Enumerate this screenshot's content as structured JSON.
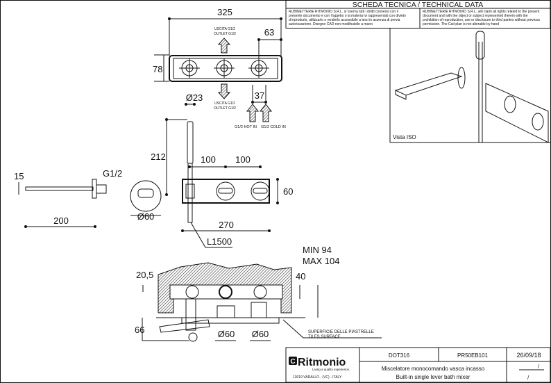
{
  "header": {
    "title": "SCHEDA TECNICA / TECHNICAL DATA",
    "notice_it": [
      "RUBINETTERIE RITMONIO S.R.L. si riserva tutti i diritti connessi con il",
      "presente documento e con l'oggetto o la materia ivi rappresentati con divieto",
      "di riprodurlo, utilizzarlo o renderlo accessibile a terzi in assenza di previa",
      "autorizzazione. Disegno CAD non modificabile a mano"
    ],
    "notice_en": [
      "RUBINETTERIE RITMONIO S.R.L. will claim all rights related to the present",
      "document and with the object or subject represented therein with the",
      "prohibition  of reproduction, use or disclosure to third parties without previous",
      "permission.  The Cad plan is not alterable by hand"
    ]
  },
  "iso_view": {
    "label": "Vista ISO"
  },
  "top_view": {
    "dim_width": "325",
    "dim_height": "78",
    "dim_offset": "63",
    "dim_inlets": "37",
    "outlet_up": [
      "USCITA G1/2",
      "OUTLET G1/2"
    ],
    "outlet_down": [
      "USCITA G1/2",
      "OUTLET G1/2"
    ],
    "hot_in": "G1/2 HOT IN",
    "cold_in": "G1/2 COLD IN"
  },
  "front_view": {
    "dim_diameter": "Ø23",
    "dim_height": "212",
    "dim_spacing_1": "100",
    "dim_spacing_2": "100",
    "dim_plate_height": "60",
    "dim_plate_width": "270",
    "hose": "L1500"
  },
  "spout_view": {
    "dim_thickness": "15",
    "dim_thread": "G1/2",
    "dim_length": "200",
    "dim_rosette": "Ø60"
  },
  "section_view": {
    "min_depth": "MIN 94",
    "max_depth": "MAX 104",
    "dim_axis": "20,5",
    "dim_depth": "40",
    "dim_projection": "66",
    "dim_knob_1": "Ø60",
    "dim_knob_2": "Ø60",
    "tiles_it": "SUPERFICIE DELLE PIASTRELLE",
    "tiles_en": "TILES SURFACE"
  },
  "title_block": {
    "brand": "Ritmonio",
    "tagline": "Living a quality experience.",
    "address": "13019 VARALLO - (VC) - ITALY",
    "code": "DOT316",
    "article": "PR50EB101",
    "date": "26/09/18",
    "description_it": "Miscelatore monocomando vasca incasso",
    "description_en": "Built-in single lever bath mixer",
    "revision": "/",
    "sheet": "/"
  }
}
